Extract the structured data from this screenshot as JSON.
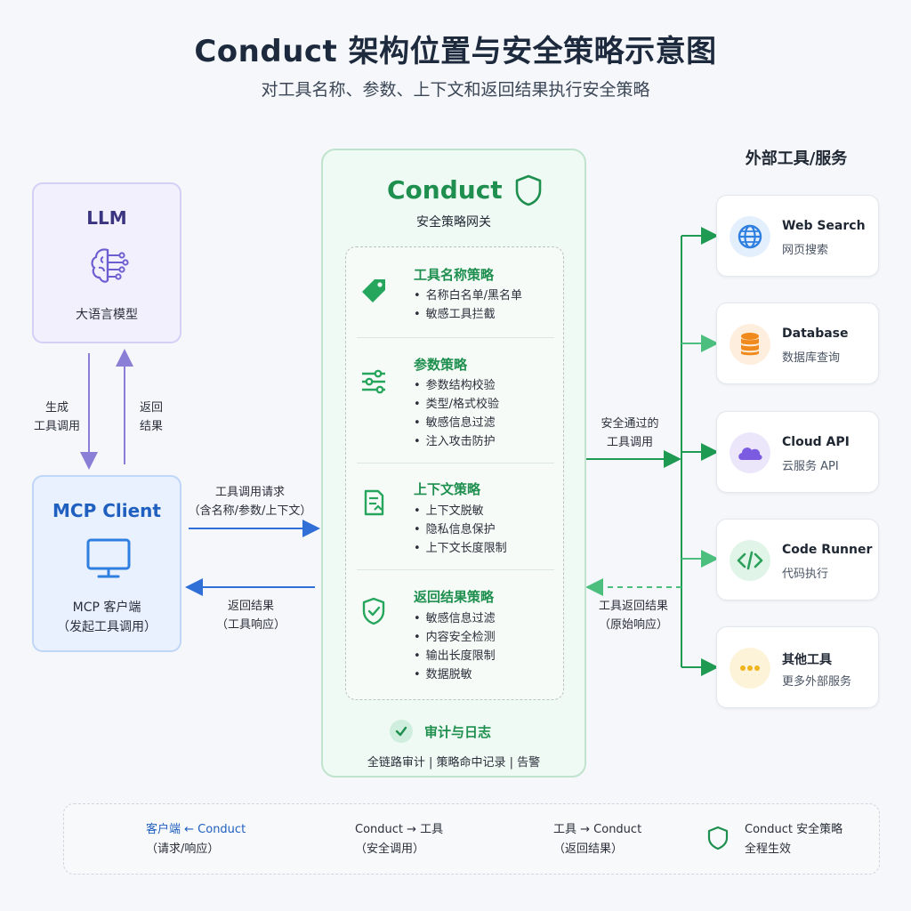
{
  "header": {
    "title": "Conduct 架构位置与安全策略示意图",
    "subtitle": "对工具名称、参数、上下文和返回结果执行安全策略"
  },
  "llm": {
    "title": "LLM",
    "subtitle": "大语言模型",
    "icon": "brain-icon"
  },
  "mcp": {
    "title": "MCP Client",
    "line1": "MCP 客户端",
    "line2": "（发起工具调用）",
    "icon": "monitor-icon"
  },
  "flows": {
    "down_label_1": "生成",
    "down_label_2": "工具调用",
    "up_label_1": "返回",
    "up_label_2": "结果",
    "req_label_1": "工具调用请求",
    "req_label_2": "（含名称/参数/上下文）",
    "resp_label_1": "返回结果",
    "resp_label_2": "（工具响应）",
    "safe_label_1": "安全通过的",
    "safe_label_2": "工具调用",
    "tool_ret_label_1": "工具返回结果",
    "tool_ret_label_2": "（原始响应）"
  },
  "gateway": {
    "title": "Conduct",
    "subtitle": "安全策略网关",
    "policies": [
      {
        "title": "工具名称策略",
        "icon": "tag-icon",
        "items": [
          "名称白名单/黑名单",
          "敏感工具拦截"
        ]
      },
      {
        "title": "参数策略",
        "icon": "sliders-icon",
        "items": [
          "参数结构校验",
          "类型/格式校验",
          "敏感信息过滤",
          "注入攻击防护"
        ]
      },
      {
        "title": "上下文策略",
        "icon": "document-icon",
        "items": [
          "上下文脱敏",
          "隐私信息保护",
          "上下文长度限制"
        ]
      },
      {
        "title": "返回结果策略",
        "icon": "shield-check-icon",
        "items": [
          "敏感信息过滤",
          "内容安全检测",
          "输出长度限制",
          "数据脱敏"
        ]
      }
    ],
    "audit_title": "审计与日志",
    "audit_sub": "全链路审计 | 策略命中记录 | 告警"
  },
  "tools_panel": {
    "title": "外部工具/服务",
    "tools": [
      {
        "name": "Web Search",
        "desc": "网页搜索",
        "icon": "globe-icon",
        "color": "#2f7fe0",
        "bg": "#e3effc"
      },
      {
        "name": "Database",
        "desc": "数据库查询",
        "icon": "database-icon",
        "color": "#f08a1c",
        "bg": "#fdeedd"
      },
      {
        "name": "Cloud API",
        "desc": "云服务 API",
        "icon": "cloud-icon",
        "color": "#7b5be0",
        "bg": "#ece6fb"
      },
      {
        "name": "Code Runner",
        "desc": "代码执行",
        "icon": "code-icon",
        "color": "#2aa05a",
        "bg": "#e0f4e7"
      },
      {
        "name": "其他工具",
        "desc": "更多外部服务",
        "icon": "more-icon",
        "color": "#f0b41c",
        "bg": "#fdf3d8"
      }
    ]
  },
  "legend": {
    "items": [
      {
        "line1": "客户端 ← Conduct",
        "line2": "（请求/响应）",
        "style": "blue-solid"
      },
      {
        "line1": "Conduct → 工具",
        "line2": "（安全调用）",
        "style": "green-solid"
      },
      {
        "line1": "工具 → Conduct",
        "line2": "（返回结果）",
        "style": "green-dashed"
      },
      {
        "line1": "Conduct 安全策略",
        "line2": "全程生效",
        "style": "shield"
      }
    ]
  },
  "colors": {
    "green": "#1e8f4e",
    "blue": "#2f6fd6",
    "purple": "#8a7fd6",
    "dashed_green": "#4cbf7e"
  }
}
